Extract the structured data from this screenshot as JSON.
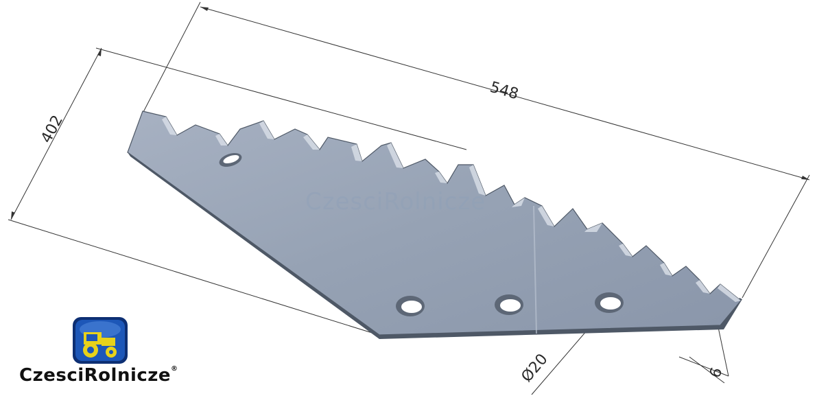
{
  "drawing": {
    "dimension_length": "548",
    "dimension_height": "402",
    "dimension_hole_diameter": "Ø20",
    "dimension_thickness": "6",
    "watermark_text": "CzesciRolnicze"
  },
  "logo": {
    "brand_text": "CzesciRolnicze",
    "mark": "®",
    "icon": "tractor-icon"
  },
  "colors": {
    "blade_face": "#9aa6b8",
    "blade_edge": "#4e5866",
    "logo_badge_blue": "#1d57b8",
    "logo_badge_yellow": "#e8d21a"
  }
}
